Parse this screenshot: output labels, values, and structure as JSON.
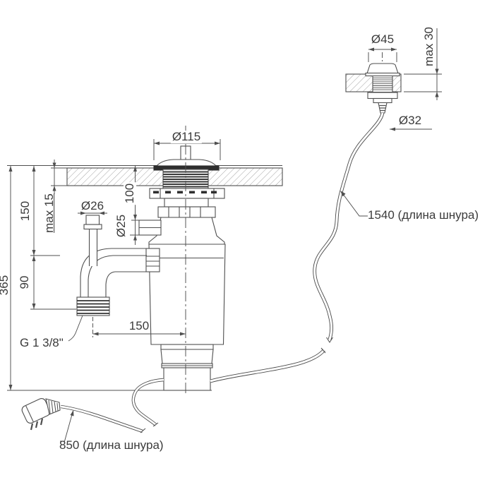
{
  "diagram": {
    "type": "technical-installation-drawing",
    "subject": "food waste disposer with sink flange, pneumatic button, drain pipe, power cord",
    "units": "mm",
    "labels": {
      "flange_diameter": "Ø115",
      "button_diameter": "Ø45",
      "button_max_panel": "max 30",
      "button_hole": "Ø32",
      "sink_max": "max 15",
      "h100": "100",
      "h150": "150",
      "h90": "90",
      "h365": "365",
      "inlet26": "Ø26",
      "outlet25": "Ø25",
      "offset150": "150",
      "thread": "G 1 3/8\"",
      "hose_len": "1540 (длина шнура)",
      "cord_len": "850 (длина шнура)"
    }
  }
}
